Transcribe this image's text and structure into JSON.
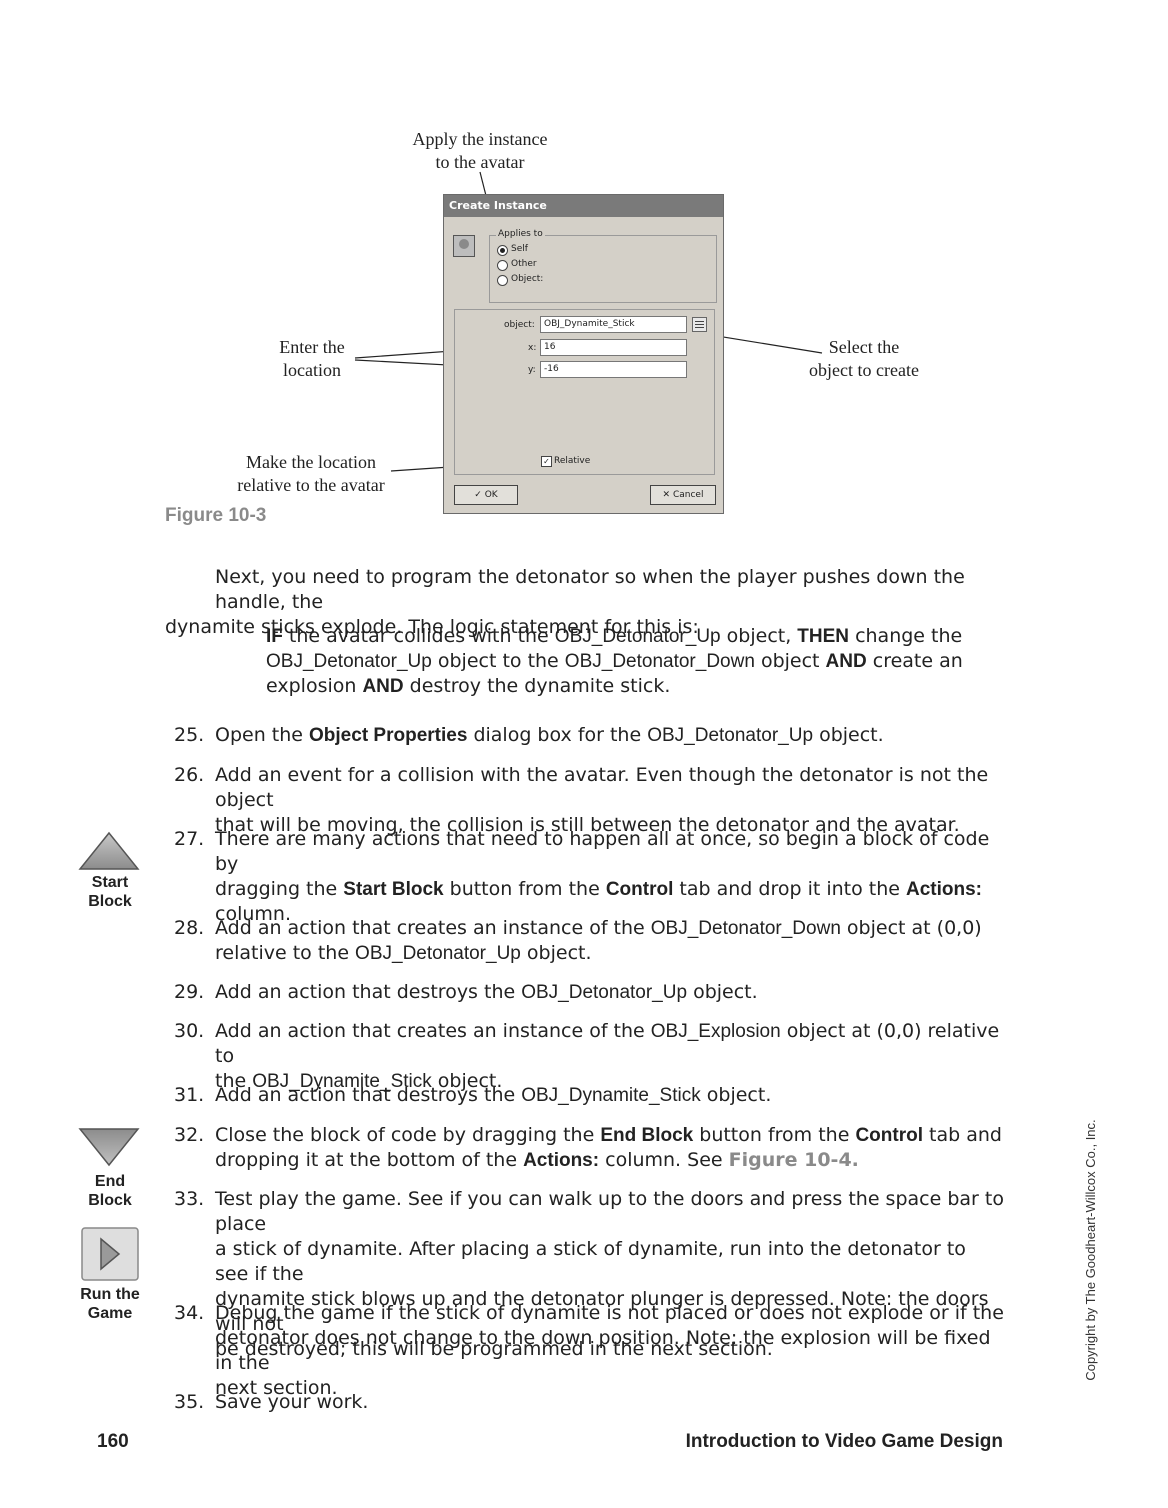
{
  "figure": {
    "caption": "Figure 10-3",
    "callouts": {
      "apply": [
        "Apply the instance",
        "to the avatar"
      ],
      "enter": [
        "Enter the",
        "location"
      ],
      "select": [
        "Select the",
        "object to create"
      ],
      "relative": [
        "Make the location",
        "relative to the avatar"
      ]
    },
    "dialog": {
      "title": "Create Instance",
      "applies_to_label": "Applies to",
      "options": [
        "Self",
        "Other",
        "Object:"
      ],
      "selected_option": "Self",
      "object_label": "object:",
      "object_value": "OBJ_Dynamite_Stick",
      "x_label": "x:",
      "x_value": "16",
      "y_label": "y:",
      "y_value": "-16",
      "relative_label": "Relative",
      "relative_checked": true,
      "ok_label": "OK",
      "cancel_label": "Cancel"
    }
  },
  "intro": {
    "p1": "Next, you need to program the detonator so when the player pushes down the handle, the",
    "p2": "dynamite sticks explode. The logic statement for this is:"
  },
  "logic": {
    "if": "IF",
    "t1": " the avatar collides with the ",
    "obj_up": "OBJ_Detonator_Up",
    "t2": " object, ",
    "then": "THEN",
    "t3": " change the",
    "obj_up2": "OBJ_Detonator_Up",
    "t4": " object to the ",
    "obj_down": "OBJ_Detonator_Down",
    "t5": " object ",
    "and1": "AND",
    "t6": " create an",
    "t7": "explosion ",
    "and2": "AND",
    "t8": " destroy the dynamite stick."
  },
  "steps": {
    "s25": {
      "num": "25.",
      "a": "Open the ",
      "b": "Object Properties",
      "c": " dialog box for the ",
      "d": "OBJ_Detonator_Up",
      "e": " object."
    },
    "s26": {
      "num": "26.",
      "l1": "Add an event for a collision with the avatar. Even though the detonator is not the object",
      "l2": "that will be moving, the collision is still between the detonator and the avatar."
    },
    "s27": {
      "num": "27.",
      "l1": "There are many actions that need to happen all at once, so begin a block of code by",
      "a": "dragging the ",
      "b": "Start Block",
      "c": " button from the ",
      "d": "Control",
      "e": " tab and drop it into the ",
      "f": "Actions:",
      "l3": "column."
    },
    "s28": {
      "num": "28.",
      "a": "Add an action that creates an instance of the ",
      "b": "OBJ_Detonator_Down",
      "c": " object at (0,0)",
      "d": "relative to the ",
      "e": "OBJ_Detonator_Up",
      "f": " object."
    },
    "s29": {
      "num": "29.",
      "a": "Add an action that destroys the ",
      "b": "OBJ_Detonator_Up",
      "c": " object."
    },
    "s30": {
      "num": "30.",
      "a": "Add an action that creates an instance of the ",
      "b": "OBJ_Explosion",
      "c": " object at (0,0) relative to",
      "d": "the ",
      "e": "OBJ_Dynamite_Stick",
      "f": " object."
    },
    "s31": {
      "num": "31.",
      "a": "Add an action that destroys the ",
      "b": "OBJ_Dynamite_Stick",
      "c": " object."
    },
    "s32": {
      "num": "32.",
      "a": "Close the block of code by dragging the ",
      "b": "End Block",
      "c": " button from the ",
      "d": "Control",
      "e": " tab and",
      "f": "dropping it at the bottom of the ",
      "g": "Actions:",
      "h": " column. See ",
      "i": "Figure 10-4."
    },
    "s33": {
      "num": "33.",
      "l1": "Test play the game. See if you can walk up to the doors and press the space bar to place",
      "l2": "a stick of dynamite. After placing a stick of dynamite, run into the detonator to see if the",
      "l3": "dynamite stick blows up and the detonator plunger is depressed. Note: the doors will not",
      "l4": "be destroyed; this will be programmed in the next section."
    },
    "s34": {
      "num": "34.",
      "l1": "Debug the game if the stick of dynamite is not placed or does not explode or if the",
      "l2": "detonator does not change to the down position. Note: the explosion will be fixed in the",
      "l3": "next section."
    },
    "s35": {
      "num": "35.",
      "l1": "Save your work."
    }
  },
  "margin_icons": {
    "start": [
      "Start",
      "Block"
    ],
    "end": [
      "End",
      "Block"
    ],
    "run": [
      "Run the",
      "Game"
    ]
  },
  "footer": {
    "page_number": "160",
    "book_title": "Introduction to Video Game Design",
    "copyright": "Copyright by The Goodheart-Willcox Co., Inc."
  }
}
